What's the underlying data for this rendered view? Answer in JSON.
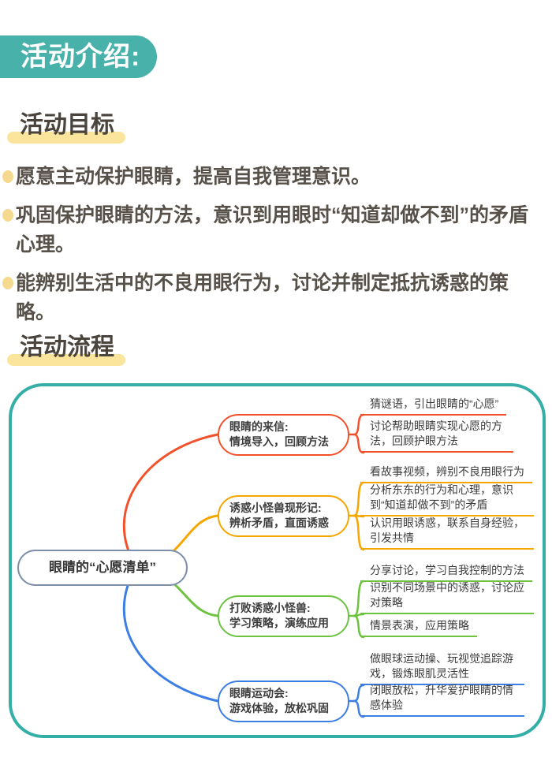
{
  "banner": {
    "title": "活动介绍:"
  },
  "goals": {
    "heading": "活动目标",
    "items": [
      {
        "text": "愿意主动保护眼睛，提高自我管理意识。"
      },
      {
        "text": "巩固保护眼睛的方法，意识到用眼时“知道却做不到”的矛盾心理。"
      },
      {
        "text": "能辨别生活中的不良用眼行为，讨论并制定抵抗诱惑的策略。"
      }
    ]
  },
  "process": {
    "heading": "活动流程"
  },
  "mindmap": {
    "root_label": "眼睛的“心愿清单”",
    "branches": [
      {
        "title_line1": "眼睛的来信:",
        "title_line2": "情境导入，回顾方法",
        "color": "#F3512B",
        "leaves": [
          "猜谜语，引出眼睛的“心愿”",
          "讨论帮助眼睛实现心愿的方法，回顾护眼方法"
        ]
      },
      {
        "title_line1": "诱惑小怪兽现形记:",
        "title_line2": "辨析矛盾，直面诱惑",
        "color": "#F7A600",
        "leaves": [
          "看故事视频，辨别不良用眼行为",
          "分析东东的行为和心理，意识到“知道却做不到”的矛盾",
          "认识用眼诱惑，联系自身经验，引发共情"
        ]
      },
      {
        "title_line1": "打败诱惑小怪兽:",
        "title_line2": "学习策略，演练应用",
        "color": "#6DC33F",
        "leaves": [
          "分享讨论，学习自我控制的方法",
          "识别不同场景中的诱惑，讨论应对策略",
          "情景表演，应用策略"
        ]
      },
      {
        "title_line1": "眼睛运动会:",
        "title_line2": "游戏体验，放松巩固",
        "color": "#3C7EE4",
        "leaves": [
          "做眼球运动操、玩视觉追踪游戏，锻炼眼肌灵活性",
          "闭眼放松，升华爱护眼睛的情感体验"
        ]
      }
    ]
  },
  "colors": {
    "banner_teal": "#47B1AA",
    "container_border_teal": "#34AFA7",
    "highlight_yellow": "#FBE49B",
    "bullet_gold": "#F5D98E",
    "body_text": "#57514A",
    "branch_red": "#F3512B",
    "branch_amber": "#F7A600",
    "branch_green": "#6DC33F",
    "branch_blue": "#3C7EE4",
    "root_border": "#7E8FA9"
  }
}
